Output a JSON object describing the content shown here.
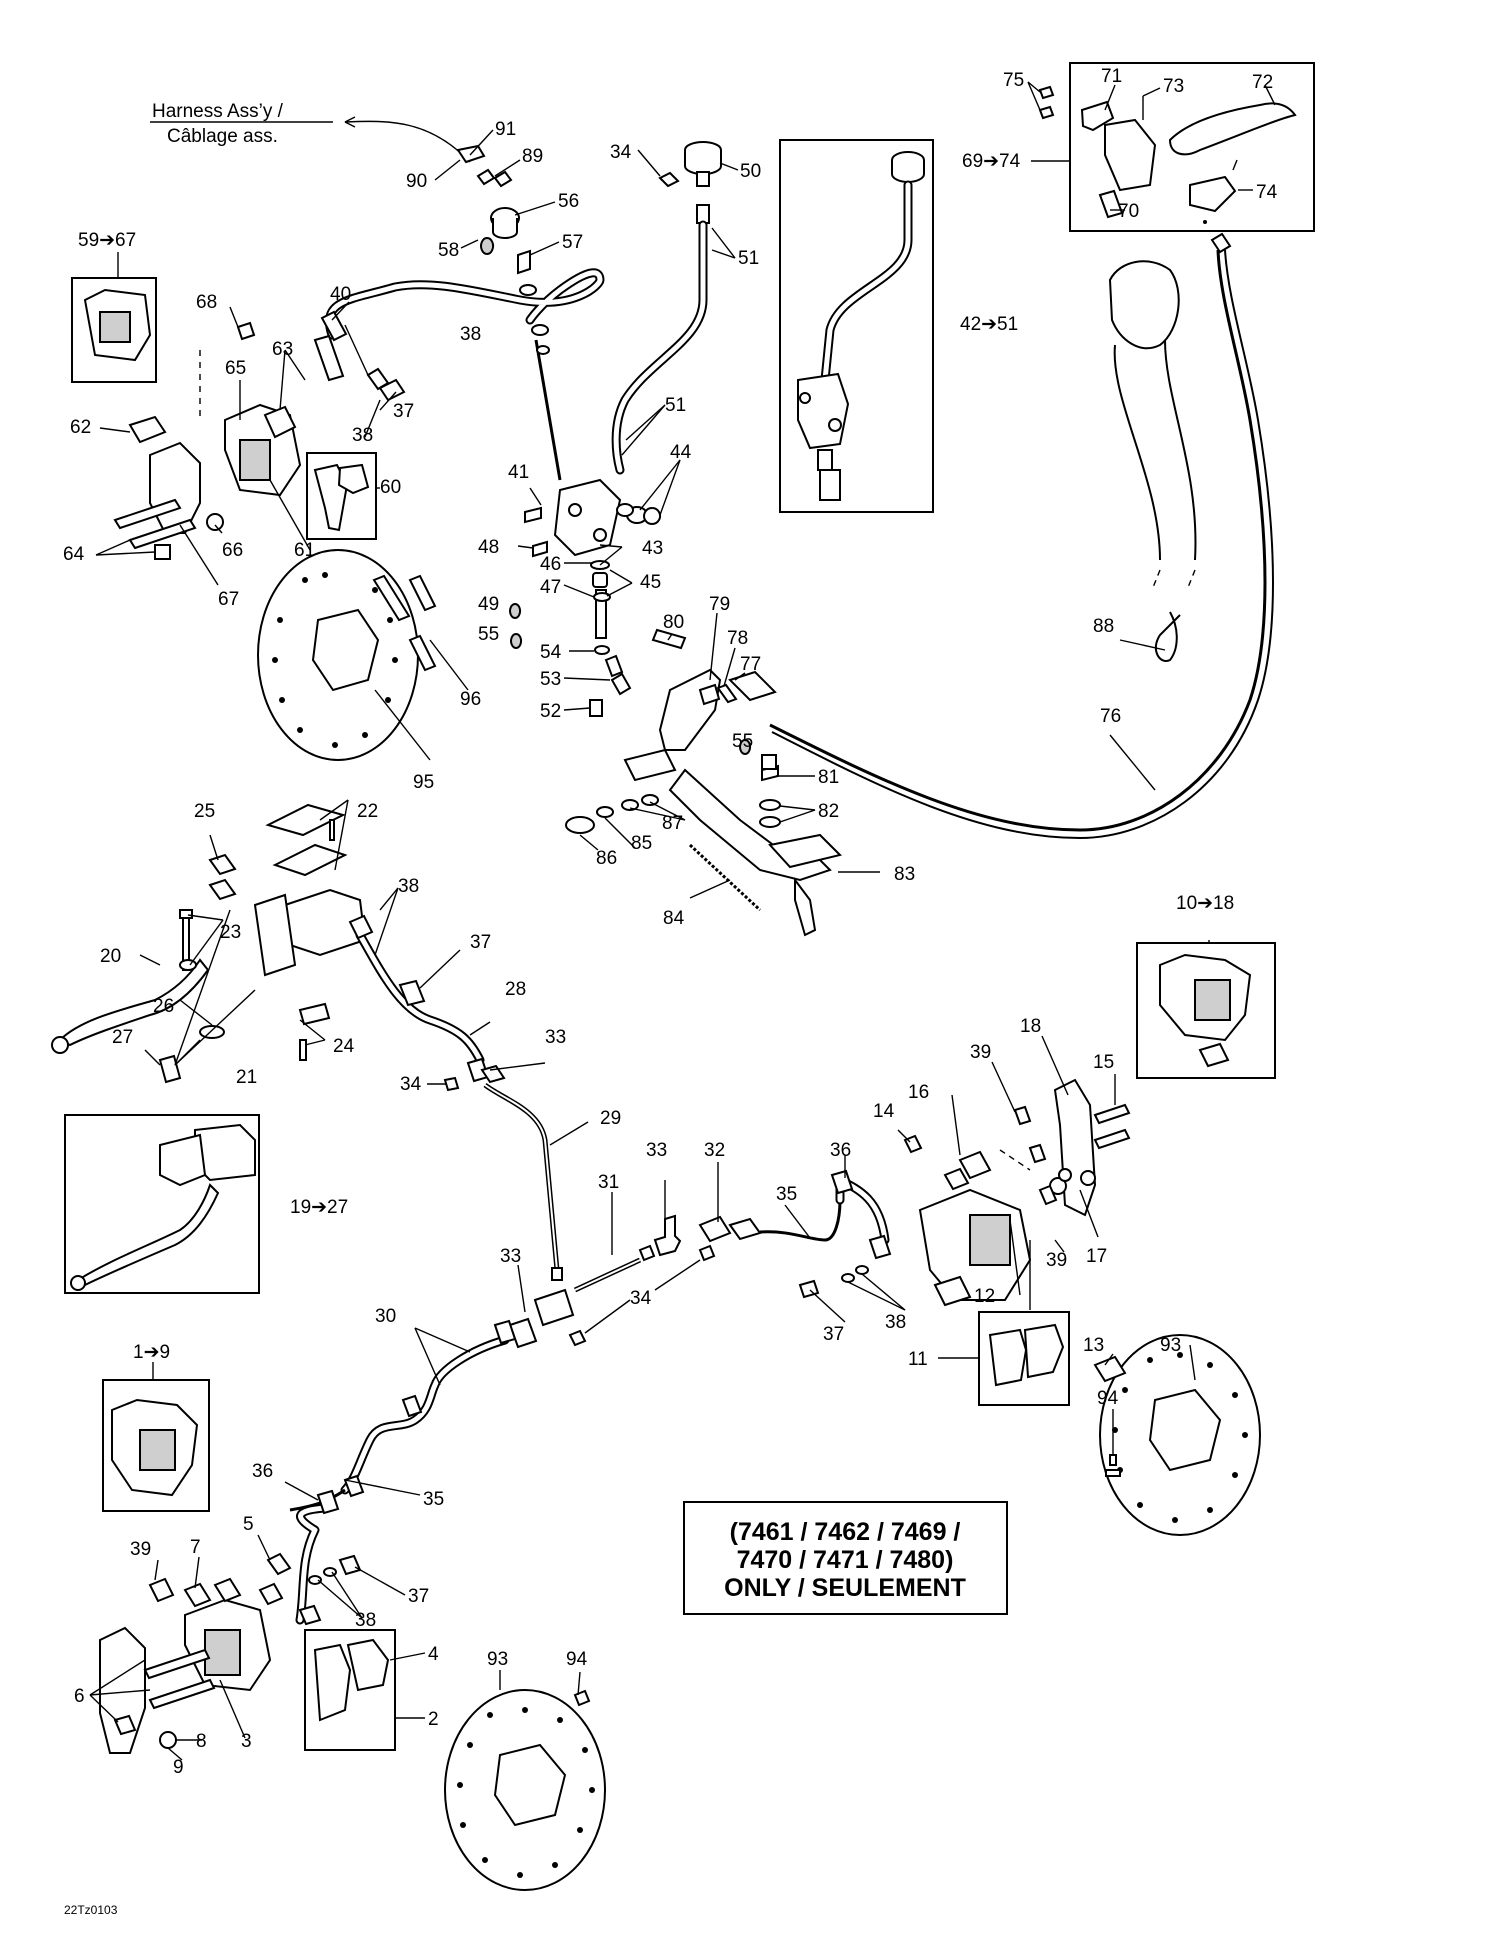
{
  "harness": {
    "line1": "Harness Ass’y /",
    "line2": "Câblage ass."
  },
  "note": {
    "line1": "(7461 / 7462 / 7469 /",
    "line2": "7470 / 7471 / 7480)",
    "line3": "ONLY / SEULEMENT"
  },
  "footer_code": "22Tz0103",
  "callouts": {
    "c91": "91",
    "c90": "90",
    "c89": "89",
    "c56": "56",
    "c58": "58",
    "c57": "57",
    "c34a": "34",
    "c50": "50",
    "c51a": "51",
    "c51b": "51",
    "c75": "75",
    "c71": "71",
    "c73": "73",
    "c72": "72",
    "c6974": "69➔74",
    "c70": "70",
    "c74": "74",
    "c5967": "59➔67",
    "c68": "68",
    "c40": "40",
    "c38a": "38",
    "c63": "63",
    "c65": "65",
    "c62": "62",
    "c37a": "37",
    "c38b": "38",
    "c60": "60",
    "c64": "64",
    "c66": "66",
    "c61": "61",
    "c67": "67",
    "c4251": "42➔51",
    "c41": "41",
    "c44": "44",
    "c48": "48",
    "c43": "43",
    "c46": "46",
    "c45": "45",
    "c47": "47",
    "c49": "49",
    "c55a": "55",
    "c54": "54",
    "c53": "53",
    "c52": "52",
    "c80": "80",
    "c79": "79",
    "c78": "78",
    "c77": "77",
    "c55b": "55",
    "c96": "96",
    "c95": "95",
    "c88": "88",
    "c76": "76",
    "c81": "81",
    "c82": "82",
    "c87": "87",
    "c85": "85",
    "c86": "86",
    "c83": "83",
    "c84": "84",
    "c25": "25",
    "c22": "22",
    "c38c": "38",
    "c23": "23",
    "c20": "20",
    "c37b": "37",
    "c26": "26",
    "c27": "27",
    "c24": "24",
    "c21": "21",
    "c28": "28",
    "c33a": "33",
    "c34b": "34",
    "c1018": "10➔18",
    "c18": "18",
    "c39a": "39",
    "c15": "15",
    "c16": "16",
    "c14": "14",
    "c29": "29",
    "c1927": "19➔27",
    "c33b": "33",
    "c32": "32",
    "c36a": "36",
    "c31": "31",
    "c35a": "35",
    "c33c": "33",
    "c39b": "39",
    "c17": "17",
    "c34c": "34",
    "c12": "12",
    "c30": "30",
    "c38d": "38",
    "c37c": "37",
    "c13": "13",
    "c93a": "93",
    "c11": "11",
    "c94a": "94",
    "c19": "1➔9",
    "c36b": "36",
    "c35b": "35",
    "c39c": "39",
    "c7": "7",
    "c5": "5",
    "c37d": "37",
    "c38e": "38",
    "c4": "4",
    "c93b": "93",
    "c94b": "94",
    "c6": "6",
    "c2": "2",
    "c8": "8",
    "c3": "3",
    "c9": "9"
  }
}
